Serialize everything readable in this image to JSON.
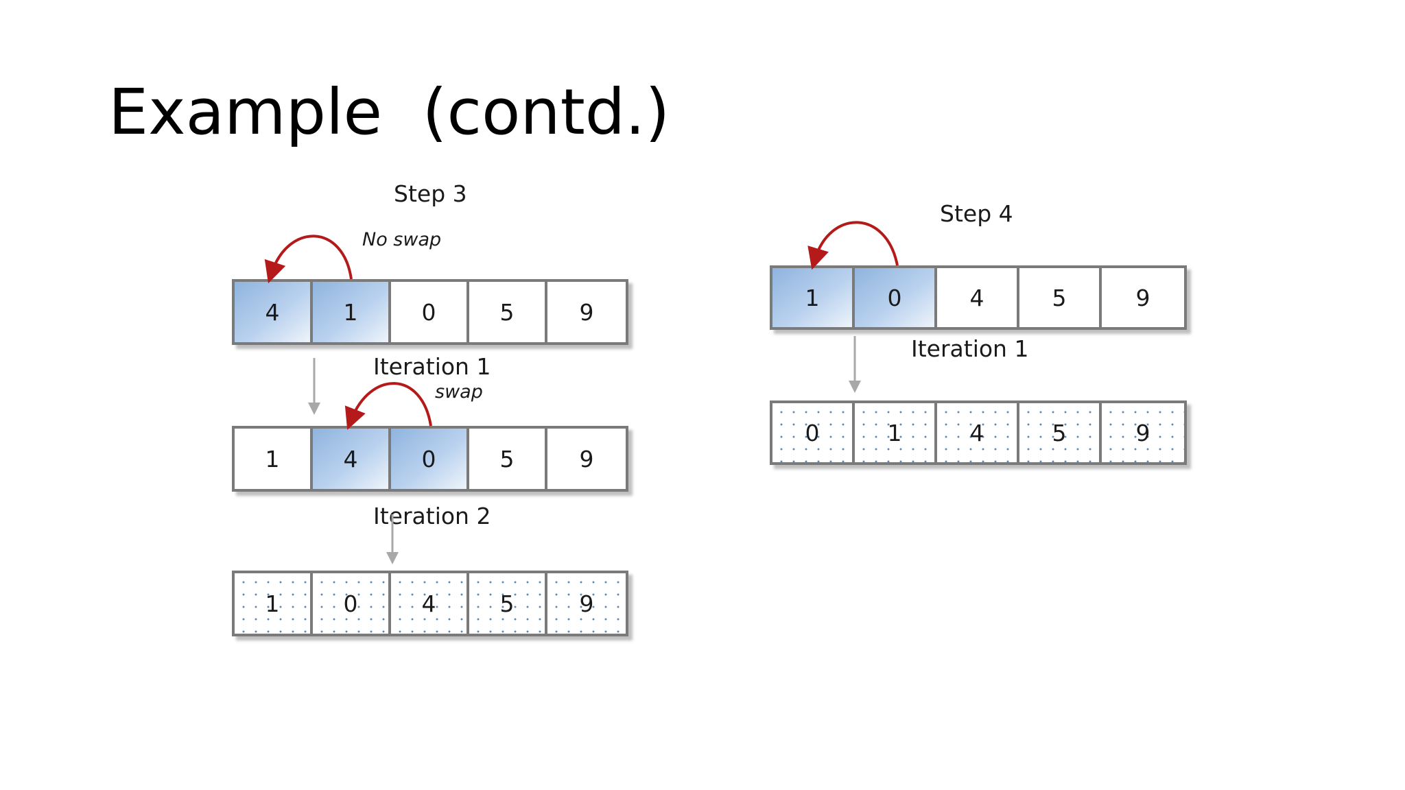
{
  "slide": {
    "title": "Example  (contd.)"
  },
  "step3": {
    "heading": "Step 3",
    "row1": {
      "note": "No swap",
      "cells": [
        "4",
        "1",
        "0",
        "5",
        "9"
      ]
    },
    "iteration1_label": "Iteration 1",
    "row2": {
      "note": "swap",
      "cells": [
        "1",
        "4",
        "0",
        "5",
        "9"
      ]
    },
    "iteration2_label": "Iteration 2",
    "row3": {
      "cells": [
        "1",
        "0",
        "4",
        "5",
        "9"
      ]
    }
  },
  "step4": {
    "heading": "Step 4",
    "row1": {
      "cells": [
        "1",
        "0",
        "4",
        "5",
        "9"
      ]
    },
    "iteration1_label": "Iteration 1",
    "row2": {
      "cells": [
        "0",
        "1",
        "4",
        "5",
        "9"
      ]
    }
  },
  "colors": {
    "arrow_red": "#b51a1a",
    "arrow_gray": "#a8a8a8",
    "highlight": "#a9c6ea",
    "border": "#7a7a7a"
  }
}
